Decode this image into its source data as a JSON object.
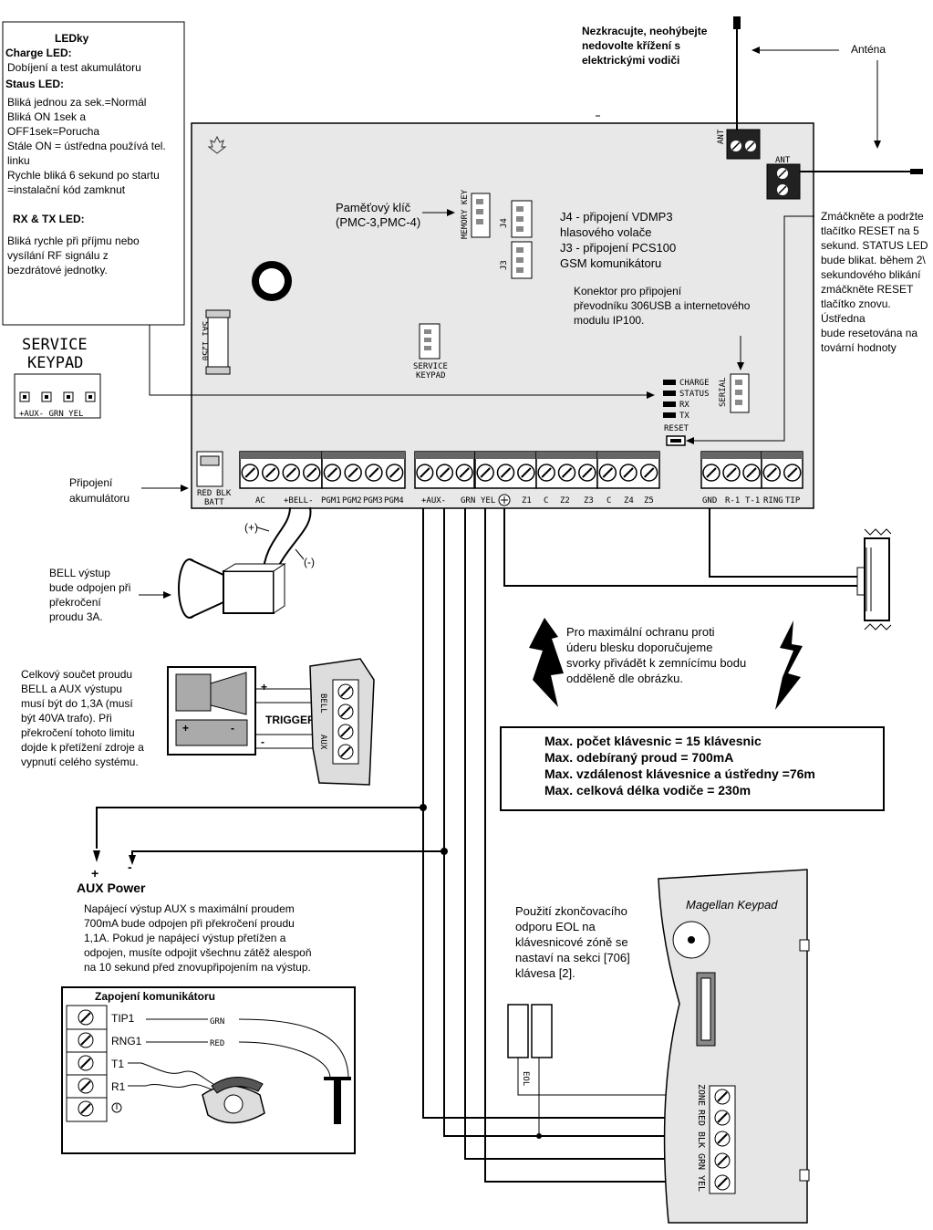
{
  "led_box": {
    "title": "LEDky",
    "charge_heading": "Charge LED:",
    "charge_text": "Dobíjení a test akumulátoru",
    "status_heading": "Staus LED:",
    "status_lines": [
      "Bliká jednou za sek.=Normál",
      "Bliká ON 1sek a",
      "OFF1sek=Porucha",
      "Stále ON = ústředna používá tel.",
      "linku",
      "Rychle bliká 6 sekund po startu",
      "=instalační kód zamknut"
    ],
    "rxtx_heading": "RX & TX LED:",
    "rxtx_lines": [
      "Bliká rychle při příjmu nebo",
      "vysílání RF signálu z",
      "bezdrátové jednotky."
    ]
  },
  "antenna_warning": [
    "Nezkracujte, neohýbejte",
    "nedovolte křížení s",
    "elektrickými vodiči"
  ],
  "antenna_label": "Anténa",
  "reset_note": [
    "Zmáčkněte a podržte",
    "tlačítko RESET na 5",
    "sekund. STATUS LED",
    "bude blikat. během 2\\",
    "sekundového blikání",
    "zmáčkněte RESET",
    "tlačítko znovu.",
    "Ústředna",
    "bude resetována na",
    "tovární hodnoty"
  ],
  "memory_key_note": [
    "Paměťový klíč",
    "(PMC-3,PMC-4)"
  ],
  "j4_note": [
    "J4 - připojení VDMP3",
    "hlasového volače",
    "J3 - připojení PCS100",
    "GSM komunikátoru"
  ],
  "serial_note": [
    "Konektor pro připojení",
    "převodníku 306USB a internetového",
    "modulu IP100."
  ],
  "board": {
    "ant_label": "ANT",
    "memory_key": "MEMORY KEY",
    "j4": "J4",
    "j3": "J3",
    "fuse": "5A1 1250",
    "service_keypad": [
      "SERVICE",
      "KEYPAD"
    ],
    "leds": [
      "CHARGE",
      "STATUS",
      "RX",
      "TX"
    ],
    "reset": "RESET",
    "serial": "SERIAL",
    "batt_labels": [
      "RED",
      "BLK",
      "BATT"
    ],
    "terminal_labels": [
      "AC",
      "+BELL-",
      "PGM1",
      "PGM2",
      "PGM3",
      "PGM4",
      "+AUX-",
      "GRN",
      "YEL",
      "Z1",
      "C",
      "Z2",
      "Z3",
      "C",
      "Z4",
      "Z5",
      "GND",
      "R-1",
      "T-1",
      "RING",
      "TIP"
    ]
  },
  "service_keypad_big": [
    "SERVICE",
    "KEYPAD"
  ],
  "service_keypad_pins": "+AUX- GRN YEL",
  "battery_note": [
    "Připojení",
    "akumulátoru"
  ],
  "bell_polarity": [
    "(+)",
    "(-)"
  ],
  "bell_note": [
    "BELL výstup",
    "bude odpojen při",
    "překročení",
    "proudu 3A."
  ],
  "current_note": [
    "Celkový součet proudu",
    "BELL a AUX výstupu",
    "musí být do 1,3A (musí",
    "být 40VA trafo). Při",
    "překročení tohoto limitu",
    "dojde k přetížení zdroje a",
    "vypnutí celého systému."
  ],
  "trigger_inset": {
    "label": "TRIGGER",
    "plus": "+",
    "minus": "-",
    "bell": "BELL",
    "aux": "AUX"
  },
  "lightning_note": [
    "Pro maximální ochranu proti",
    "úderu blesku doporučujeme",
    "svorky přivádět k zemnícímu bodu",
    "odděleně dle obrázku."
  ],
  "limits_box": [
    "Max. počet klávesnic = 15 klávesnic",
    "Max. odebíraný proud = 700mA",
    "Max. vzdálenost klávesnice a ústředny =76m",
    "Max. celková délka vodiče = 230m"
  ],
  "aux_power": {
    "plus": "+",
    "minus": "-",
    "title": "AUX Power",
    "lines": [
      "Napájecí výstup AUX s maximální proudem",
      "700mA bude odpojen při překročení proudu",
      "1,1A. Pokud je napájecí výstup přetížen a",
      "odpojen, musíte odpojit všechnu zátěž alespoň",
      "na 10 sekund před znovupřipojením na výstup."
    ]
  },
  "eol_note": [
    "Použití zkončovacího",
    "odporu EOL na",
    "klávesnicové zóně se",
    "nastaví na sekci [706]",
    "klávesa [2]."
  ],
  "magellan": {
    "title": "Magellan  Keypad",
    "terminals": [
      "ZONE",
      "RED",
      "BLK",
      "GRN",
      "YEL"
    ],
    "eol": "EOL"
  },
  "communicator": {
    "title": "Zapojení komunikátoru",
    "rows": [
      "TIP1",
      "RNG1",
      "T1",
      "R1"
    ],
    "wires": [
      "GRN",
      "RED"
    ]
  }
}
